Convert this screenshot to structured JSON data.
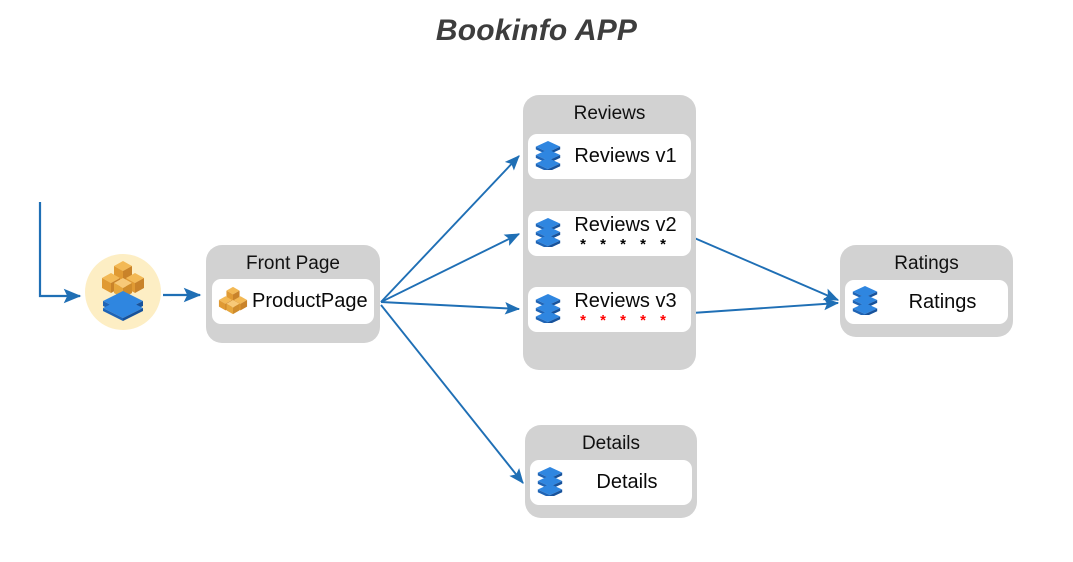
{
  "title": "Bookinfo APP",
  "colors": {
    "group_fill": "#d2d2d2",
    "card_fill": "#ffffff",
    "edge": "#1f6fb5",
    "entry_circle": "#fdeec4",
    "icon_orange": "#e8a33d",
    "icon_blue": "#1769c8",
    "star_black": "#000000",
    "star_red": "#ff0000",
    "title_text": "#3d3d3d"
  },
  "entry": {
    "icon": "orange-blue-stack-icon",
    "label": ""
  },
  "groups": [
    {
      "id": "front-page",
      "title": "Front Page",
      "services": [
        {
          "id": "productpage",
          "label": "ProductPage",
          "icon": "orange-cubes-icon",
          "stars": "",
          "star_color": ""
        }
      ]
    },
    {
      "id": "reviews",
      "title": "Reviews",
      "services": [
        {
          "id": "reviews-v1",
          "label": "Reviews v1",
          "icon": "blue-stack-icon",
          "stars": "",
          "star_color": ""
        },
        {
          "id": "reviews-v2",
          "label": "Reviews v2",
          "icon": "blue-stack-icon",
          "stars": "* * * * *",
          "star_color": "black"
        },
        {
          "id": "reviews-v3",
          "label": "Reviews v3",
          "icon": "blue-stack-icon",
          "stars": "* * * * *",
          "star_color": "red"
        }
      ]
    },
    {
      "id": "ratings",
      "title": "Ratings",
      "services": [
        {
          "id": "ratings",
          "label": "Ratings",
          "icon": "blue-stack-icon",
          "stars": "",
          "star_color": ""
        }
      ]
    },
    {
      "id": "details",
      "title": "Details",
      "services": [
        {
          "id": "details",
          "label": "Details",
          "icon": "blue-stack-icon",
          "stars": "",
          "star_color": ""
        }
      ]
    }
  ],
  "edges": [
    {
      "from": "ingress",
      "to": "entry"
    },
    {
      "from": "entry",
      "to": "productpage"
    },
    {
      "from": "productpage",
      "to": "reviews-v1"
    },
    {
      "from": "productpage",
      "to": "reviews-v2"
    },
    {
      "from": "productpage",
      "to": "reviews-v3"
    },
    {
      "from": "productpage",
      "to": "details"
    },
    {
      "from": "reviews-v2",
      "to": "ratings"
    },
    {
      "from": "reviews-v3",
      "to": "ratings"
    }
  ]
}
